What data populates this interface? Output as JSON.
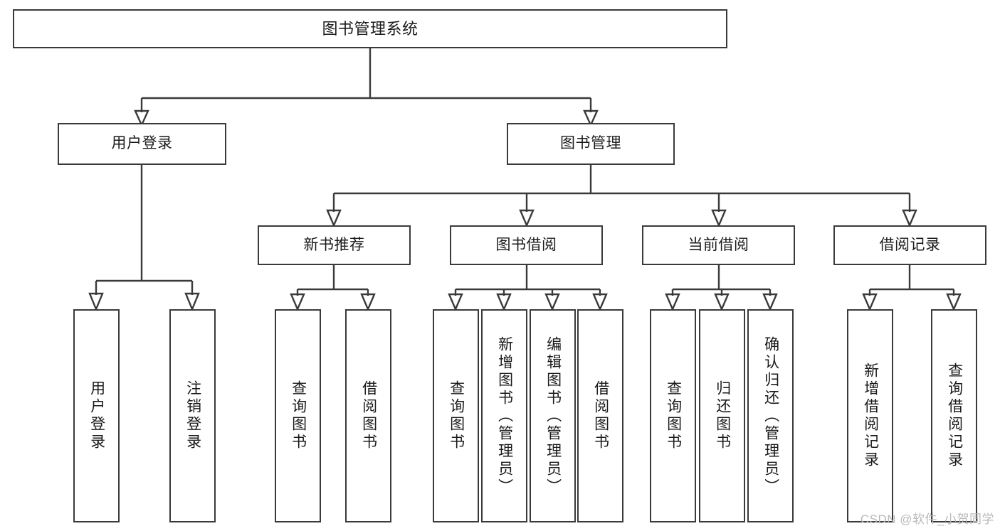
{
  "diagram": {
    "title": "图书管理系统",
    "type": "functional-decomposition-tree",
    "watermark": "CSDN @软件_小贺同学",
    "colors": {
      "stroke": "#3a3a3a",
      "fill": "#ffffff",
      "text": "#1a1a1a",
      "watermark": "#b9b9b9"
    },
    "levels": {
      "root": {
        "label": "图书管理系统"
      },
      "level2": [
        {
          "label": "用户登录"
        },
        {
          "label": "图书管理"
        }
      ],
      "level3": [
        {
          "label": "新书推荐"
        },
        {
          "label": "图书借阅"
        },
        {
          "label": "当前借阅"
        },
        {
          "label": "借阅记录"
        }
      ],
      "leaves_user_login": [
        {
          "label": "用户登录"
        },
        {
          "label": "注销登录"
        }
      ],
      "leaves_new_book": [
        {
          "label": "查询图书"
        },
        {
          "label": "借阅图书"
        }
      ],
      "leaves_borrow": [
        {
          "label": "查询图书"
        },
        {
          "label": "新增图书（管理员）"
        },
        {
          "label": "编辑图书（管理员）"
        },
        {
          "label": "借阅图书"
        }
      ],
      "leaves_current": [
        {
          "label": "查询图书"
        },
        {
          "label": "归还图书"
        },
        {
          "label": "确认归还（管理员）"
        }
      ],
      "leaves_records": [
        {
          "label": "新增借阅记录"
        },
        {
          "label": "查询借阅记录"
        }
      ]
    }
  }
}
